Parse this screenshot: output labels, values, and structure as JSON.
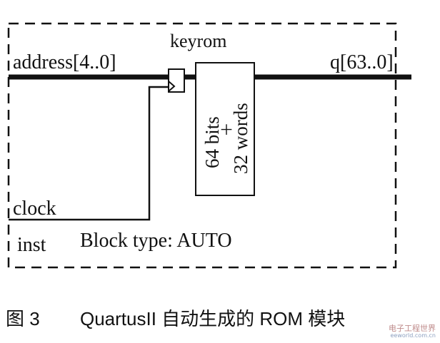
{
  "diagram": {
    "block_name": "keyrom",
    "input_address": "address[4..0]",
    "input_clock": "clock",
    "output": "q[63..0]",
    "rom_size_line1": "64 bits",
    "rom_size_times": "×",
    "rom_size_line2": "32 words",
    "instance_label": "inst",
    "block_type": "Block type: AUTO"
  },
  "caption": {
    "figure_number": "图 3",
    "text": "QuartusII 自动生成的 ROM 模块"
  },
  "watermark": {
    "main": "电子工程世界",
    "sub": "eeworld.com.cn"
  }
}
